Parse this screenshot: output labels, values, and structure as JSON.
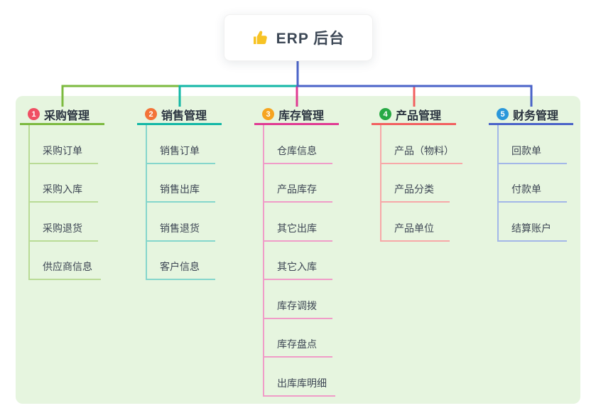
{
  "root": {
    "label": "ERP 后台",
    "icon": "thumbs-up-icon",
    "icon_color": "#f7c325",
    "connector_color": "#4a63c8"
  },
  "panel": {
    "background": "#e6f5df"
  },
  "branches": [
    {
      "number": "1",
      "label": "采购管理",
      "badge_color": "#ef4f63",
      "line_color": "#7cba3f",
      "child_line_color": "#b9db96",
      "children": [
        "采购订单",
        "采购入库",
        "采购退货",
        "供应商信息"
      ]
    },
    {
      "number": "2",
      "label": "销售管理",
      "badge_color": "#f37338",
      "line_color": "#12b7a6",
      "child_line_color": "#85d6cc",
      "children": [
        "销售订单",
        "销售出库",
        "销售退货",
        "客户信息"
      ]
    },
    {
      "number": "3",
      "label": "库存管理",
      "badge_color": "#f6a41f",
      "line_color": "#e03a92",
      "child_line_color": "#f09cc8",
      "children": [
        "仓库信息",
        "产品库存",
        "其它出库",
        "其它入库",
        "库存调拨",
        "库存盘点",
        "出库库明细"
      ]
    },
    {
      "number": "4",
      "label": "产品管理",
      "badge_color": "#27a944",
      "line_color": "#f25f5f",
      "child_line_color": "#f7a8a8",
      "children": [
        "产品（物料）",
        "产品分类",
        "产品单位"
      ]
    },
    {
      "number": "5",
      "label": "财务管理",
      "badge_color": "#2a97da",
      "line_color": "#4a63c8",
      "child_line_color": "#a3b7e8",
      "children": [
        "回款单",
        "付款单",
        "结算账户"
      ]
    }
  ]
}
